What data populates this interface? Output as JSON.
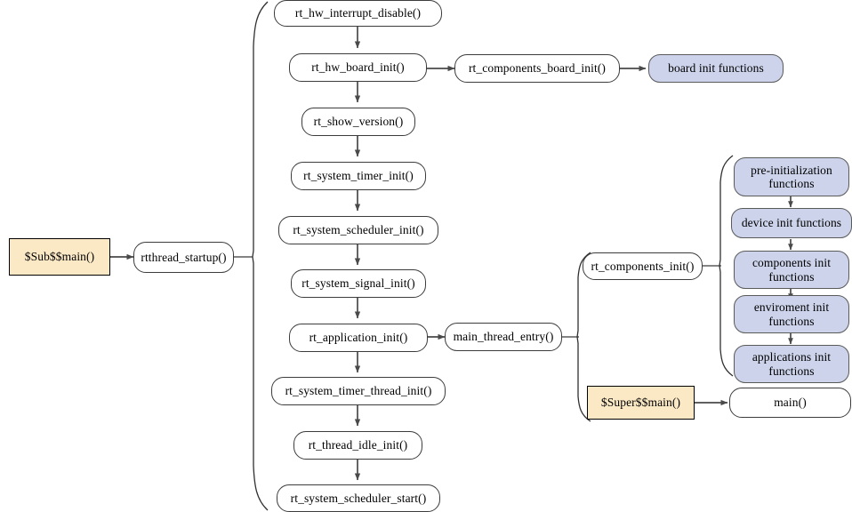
{
  "diagram": {
    "title": "RT-Thread startup sequence flowchart",
    "colors": {
      "node_fill": "#ffffff",
      "blue_fill": "#ccd3ea",
      "cream_fill": "#fbe9c6",
      "border": "#3c3c3c",
      "arrow": "#4a4a4a",
      "background": "#ffffff"
    },
    "nodes": {
      "sub_main": "$Sub$$main()",
      "rtthread_startup": "rtthread_startup()",
      "rt_hw_interrupt_disable": "rt_hw_interrupt_disable()",
      "rt_hw_board_init": "rt_hw_board_init()",
      "rt_show_version": "rt_show_version()",
      "rt_system_timer_init": "rt_system_timer_init()",
      "rt_system_scheduler_init": "rt_system_scheduler_init()",
      "rt_system_signal_init": "rt_system_signal_init()",
      "rt_application_init": "rt_application_init()",
      "rt_system_timer_thread_init": "rt_system_timer_thread_init()",
      "rt_thread_idle_init": "rt_thread_idle_init()",
      "rt_system_scheduler_start": "rt_system_scheduler_start()",
      "rt_components_board_init": "rt_components_board_init()",
      "board_init_functions": "board init functions",
      "main_thread_entry": "main_thread_entry()",
      "rt_components_init": "rt_components_init()",
      "pre_initialization_functions": "pre-initialization\nfunctions",
      "device_init_functions": "device init functions",
      "components_init_functions": "components init\nfunctions",
      "enviroment_init_functions": "enviroment init\nfunctions",
      "applications_init_functions": "applications init\nfunctions",
      "super_main": "$Super$$main()",
      "main": "main()"
    }
  }
}
